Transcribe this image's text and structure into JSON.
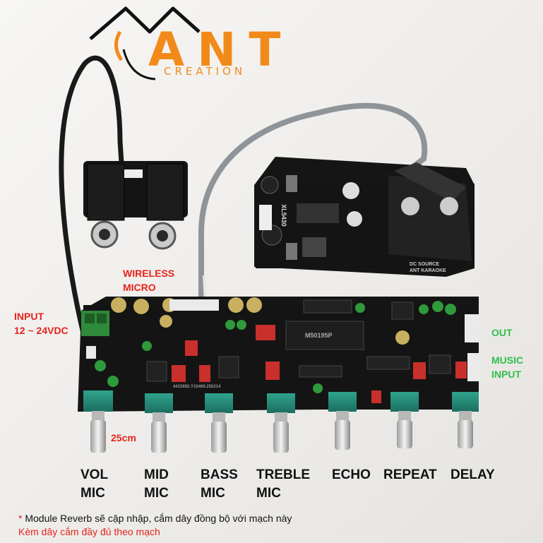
{
  "logo": {
    "name": "ANT",
    "subtitle": "CREATION"
  },
  "labels": {
    "wireless_micro": "WIRELESS\nMICRO",
    "input": "INPUT\n12 ~ 24VDC",
    "out": "OUT",
    "music_input": "MUSIC\nINPUT",
    "cable_length": "25cm"
  },
  "knobs": [
    {
      "label": "VOL\nMIC"
    },
    {
      "label": "MID\nMIC"
    },
    {
      "label": "BASS\nMIC"
    },
    {
      "label": "TREBLE\nMIC"
    },
    {
      "label": "ECHO"
    },
    {
      "label": "REPEAT"
    },
    {
      "label": "DELAY"
    }
  ],
  "notes": {
    "line1_star": "*",
    "line1": " Module Reverb sẽ cập nhập, cắm dây đồng bộ với mạch này",
    "line2": "Kèm dây cắm đầy đủ theo mạch"
  },
  "pcb_text": {
    "xl_chip": "XL5430",
    "dc_source": "DC SOURCE\nANT KARAOKE",
    "main_chip": "M50195P",
    "board_code": "4415692.Y10469.250214"
  },
  "colors": {
    "brand_orange": "#f28a1a",
    "label_red": "#e5231b",
    "label_green": "#2fbf4a",
    "pcb_black": "#141414"
  }
}
